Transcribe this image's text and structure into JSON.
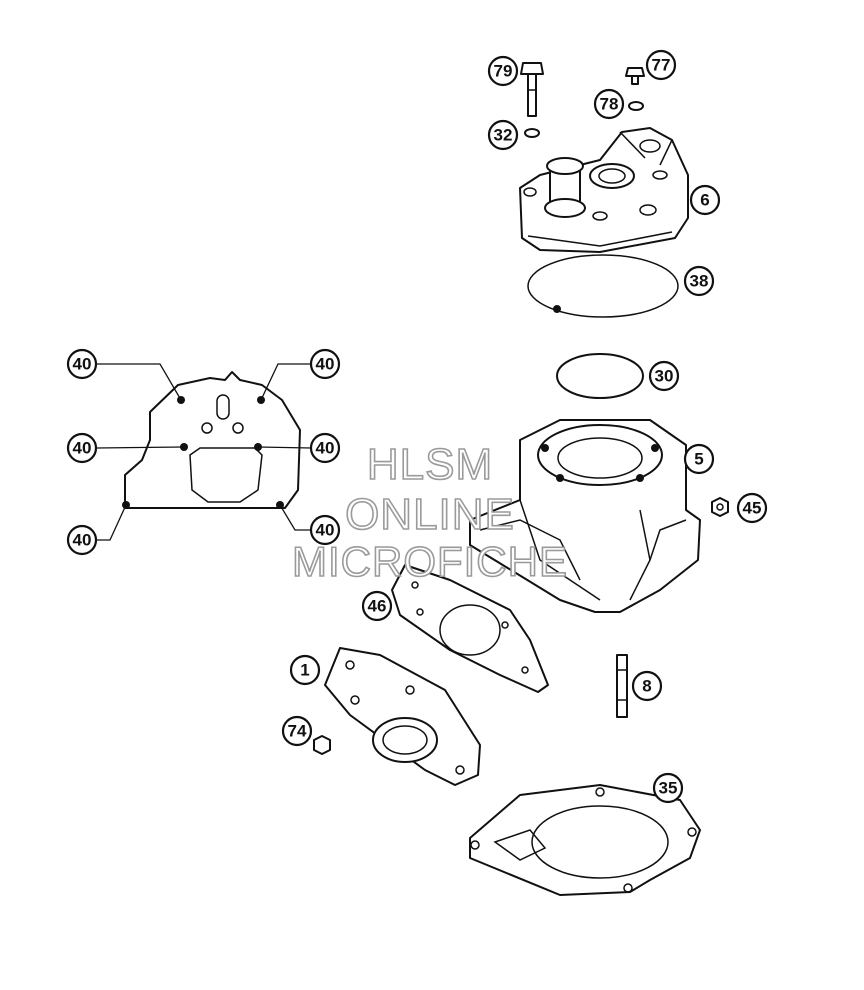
{
  "callouts": [
    {
      "id": "79"
    },
    {
      "id": "77"
    },
    {
      "id": "78"
    },
    {
      "id": "32"
    },
    {
      "id": "6"
    },
    {
      "id": "38"
    },
    {
      "id": "30"
    },
    {
      "id": "5"
    },
    {
      "id": "45"
    },
    {
      "id": "46"
    },
    {
      "id": "8"
    },
    {
      "id": "1"
    },
    {
      "id": "74"
    },
    {
      "id": "35"
    },
    {
      "id": "40"
    },
    {
      "id": "40"
    },
    {
      "id": "40"
    },
    {
      "id": "40"
    },
    {
      "id": "40"
    },
    {
      "id": "40"
    }
  ],
  "watermark": {
    "line1": "HLSM",
    "line2": "ONLINE",
    "line3": "MICROFICHE"
  }
}
